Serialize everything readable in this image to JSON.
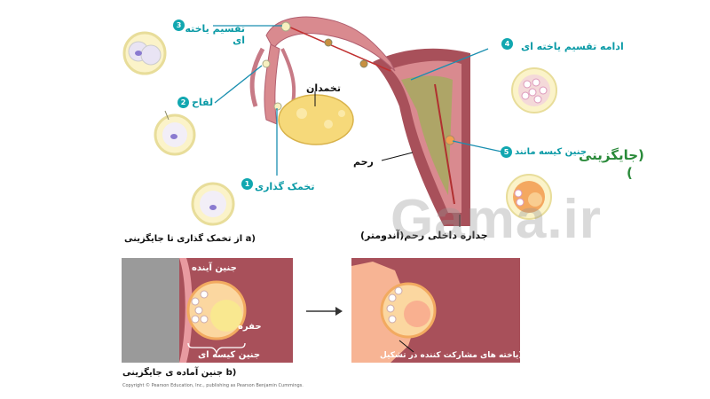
{
  "labels": {
    "cell_division": "تقسیم یاخته ای",
    "continued_division": "ادامه تقسیم یاخته ای",
    "ovary": "تخمدان",
    "fertilization": "لقاح",
    "ovulation": "تخمک گذاری",
    "uterus": "رحم",
    "blastocyst": "جنین کیسه مانند",
    "implantation": "(جایگزینی",
    "implantation_close": ")",
    "endometrium": "جداره داخلی رحم(آندومتر)",
    "part_a": "(a از تخمک گذاری تا جایگزینی",
    "inner_embryo": "جنین آینده",
    "cavity": "حفره",
    "blastocyst_lower": "جنین کیسه ای",
    "part_b": "(b جنین آماده ی جایگزینی",
    "enzyme_cells": "(یاخته های مشارکت کننده در تشکیل",
    "copyright": "Copyright © Pearson Education, Inc., publishing as Pearson Benjamin Cummings."
  },
  "badges": [
    "1",
    "2",
    "3",
    "4",
    "5"
  ],
  "watermark": "Gama.ir",
  "colors": {
    "teal_label": "#0a9aa6",
    "badge": "#11a7b0",
    "uterus_wall": "#a8505a",
    "endometrium": "#e89aa0",
    "ovary": "#f6d97a",
    "gray_tissue": "#9a9a9a"
  }
}
